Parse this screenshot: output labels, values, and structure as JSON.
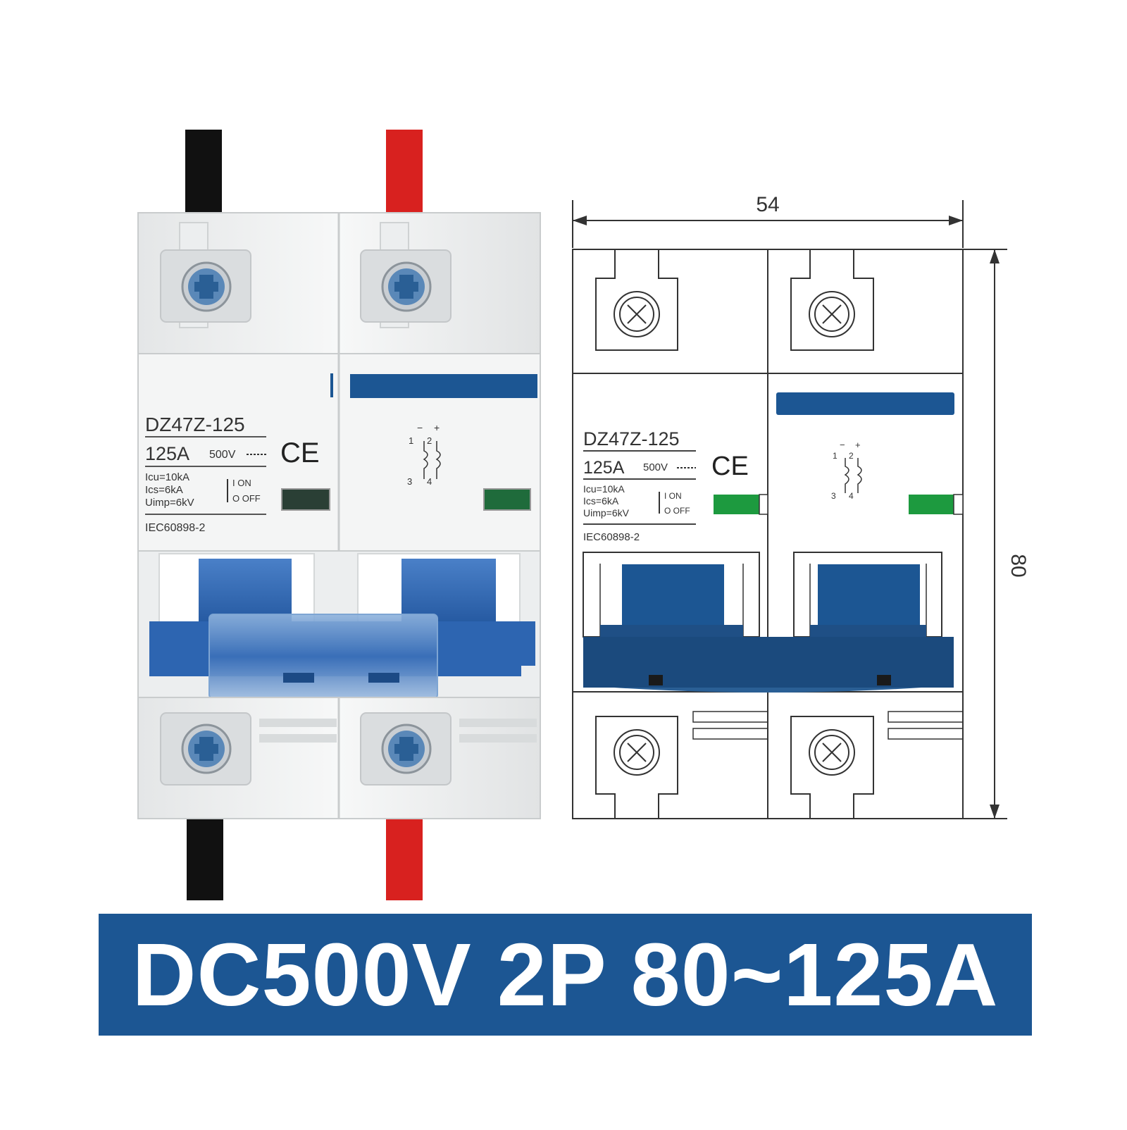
{
  "product": {
    "model": "DZ47Z-125",
    "rated_current": "125A",
    "rated_voltage": "500V",
    "icu": "Icu=10kA",
    "ics": "Ics=6kA",
    "uimp": "Uimp=6kV",
    "on_label": "I ON",
    "off_label": "O OFF",
    "standard": "IEC60898-2",
    "ce_mark": "CE",
    "terminal_numbers": {
      "t1": "1",
      "t2": "2",
      "t3": "3",
      "t4": "4"
    },
    "polarity": {
      "minus": "−",
      "plus": "+"
    }
  },
  "dimensions": {
    "width": "54",
    "height": "80"
  },
  "banner": {
    "text": "DC500V 2P 80~125A"
  },
  "colors": {
    "blue": "#1c5693",
    "handle_blue": "#2d65b1",
    "indicator_green": "#1d9a3f",
    "wire_black": "#111111",
    "wire_red": "#d8211f",
    "body_white": "#f2f3f3"
  },
  "icons": {
    "terminal_screw": "phillips-screw-icon",
    "ce": "ce-mark-icon",
    "circuit": "breaker-circuit-symbol-icon"
  }
}
